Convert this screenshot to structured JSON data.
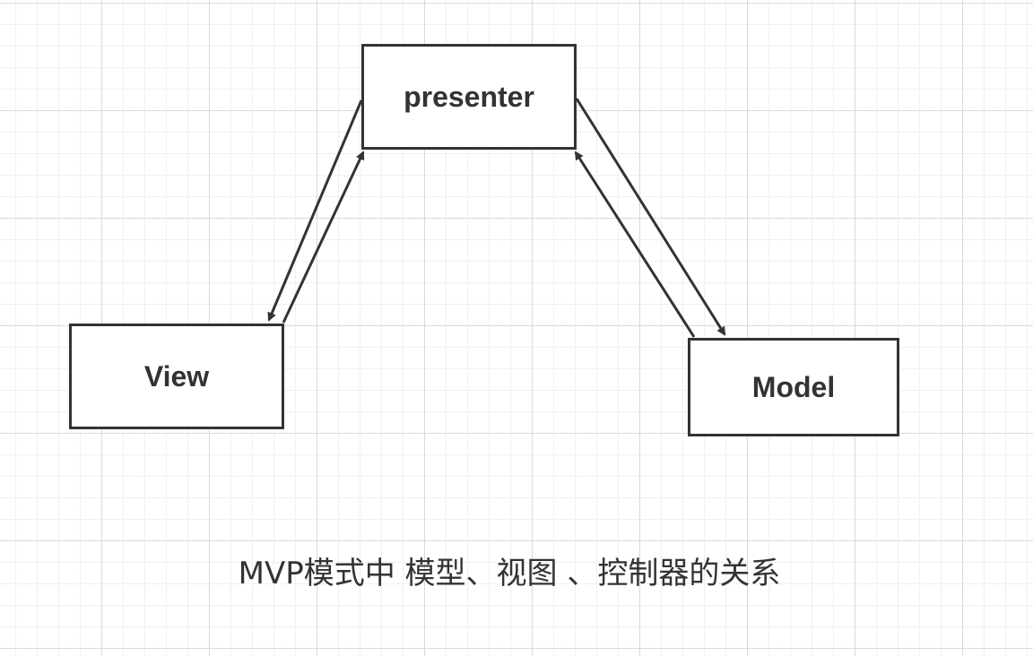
{
  "diagram": {
    "nodes": [
      {
        "id": "presenter",
        "label": "presenter"
      },
      {
        "id": "view",
        "label": "View"
      },
      {
        "id": "model",
        "label": "Model"
      }
    ],
    "edges": [
      {
        "from": "presenter",
        "to": "view"
      },
      {
        "from": "view",
        "to": "presenter"
      },
      {
        "from": "presenter",
        "to": "model"
      },
      {
        "from": "model",
        "to": "presenter"
      }
    ],
    "caption": "MVP模式中 模型、视图 、控制器的关系",
    "colors": {
      "stroke": "#333333",
      "text": "#333333",
      "grid_major": "#d9d9d9",
      "grid_minor": "#f0f0f0",
      "background": "#ffffff"
    }
  }
}
